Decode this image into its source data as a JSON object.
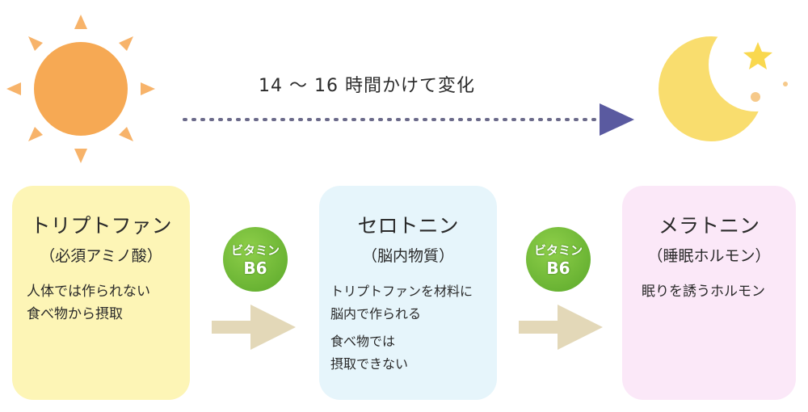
{
  "timeline": {
    "label": "14 〜 16 時間かけて変化"
  },
  "stages": [
    {
      "title": "トリプトファン",
      "subtitle": "（必須アミノ酸）",
      "lines": [
        "人体では作られない",
        "食べ物から摂取"
      ],
      "color": "#fdf5b6"
    },
    {
      "title": "セロトニン",
      "subtitle": "（脳内物質）",
      "lines": [
        "トリプトファンを材料に",
        "脳内で作られる",
        "食べ物では",
        "摂取できない"
      ],
      "color": "#e6f5fb"
    },
    {
      "title": "メラトニン",
      "subtitle": "（睡眠ホルモン）",
      "lines": [
        "眠りを誘うホルモン"
      ],
      "color": "#fbe8f8"
    }
  ],
  "catalysts": [
    {
      "top": "ビタミン",
      "bottom": "B6"
    },
    {
      "top": "ビタミン",
      "bottom": "B6"
    }
  ],
  "colors": {
    "sun": "#f6a954",
    "moon": "#f9dd6e",
    "arrow": "#e3d8b8",
    "dots": "#6b6a8a",
    "triangle": "#5a5aa0"
  }
}
